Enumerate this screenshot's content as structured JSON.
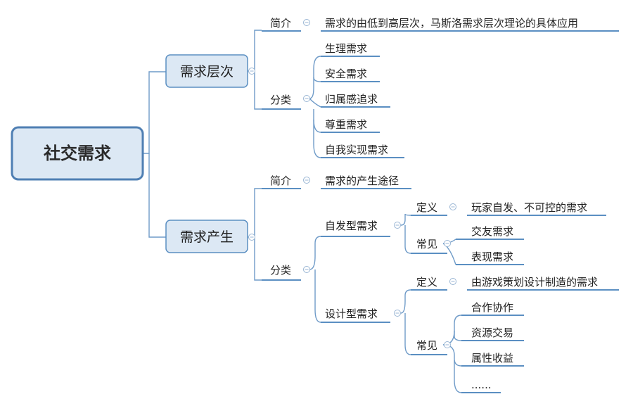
{
  "root": "社交需求",
  "branches": [
    {
      "label": "需求层次",
      "children": [
        {
          "label": "简介",
          "children": [
            {
              "label": "需求的由低到高层次，马斯洛需求层次理论的具体应用"
            }
          ]
        },
        {
          "label": "分类",
          "children": [
            {
              "label": "生理需求"
            },
            {
              "label": "安全需求"
            },
            {
              "label": "归属感追求"
            },
            {
              "label": "尊重需求"
            },
            {
              "label": "自我实现需求"
            }
          ]
        }
      ]
    },
    {
      "label": "需求产生",
      "children": [
        {
          "label": "简介",
          "children": [
            {
              "label": "需求的产生途径"
            }
          ]
        },
        {
          "label": "分类",
          "children": [
            {
              "label": "自发型需求",
              "children": [
                {
                  "label": "定义",
                  "children": [
                    {
                      "label": "玩家自发、不可控的需求"
                    }
                  ]
                },
                {
                  "label": "常见",
                  "children": [
                    {
                      "label": "交友需求"
                    },
                    {
                      "label": "表现需求"
                    }
                  ]
                }
              ]
            },
            {
              "label": "设计型需求",
              "children": [
                {
                  "label": "定义",
                  "children": [
                    {
                      "label": "由游戏策划设计制造的需求"
                    }
                  ]
                },
                {
                  "label": "常见",
                  "children": [
                    {
                      "label": "合作协作"
                    },
                    {
                      "label": "资源交易"
                    },
                    {
                      "label": "属性收益"
                    },
                    {
                      "label": "......"
                    }
                  ]
                }
              ]
            }
          ]
        }
      ]
    }
  ]
}
